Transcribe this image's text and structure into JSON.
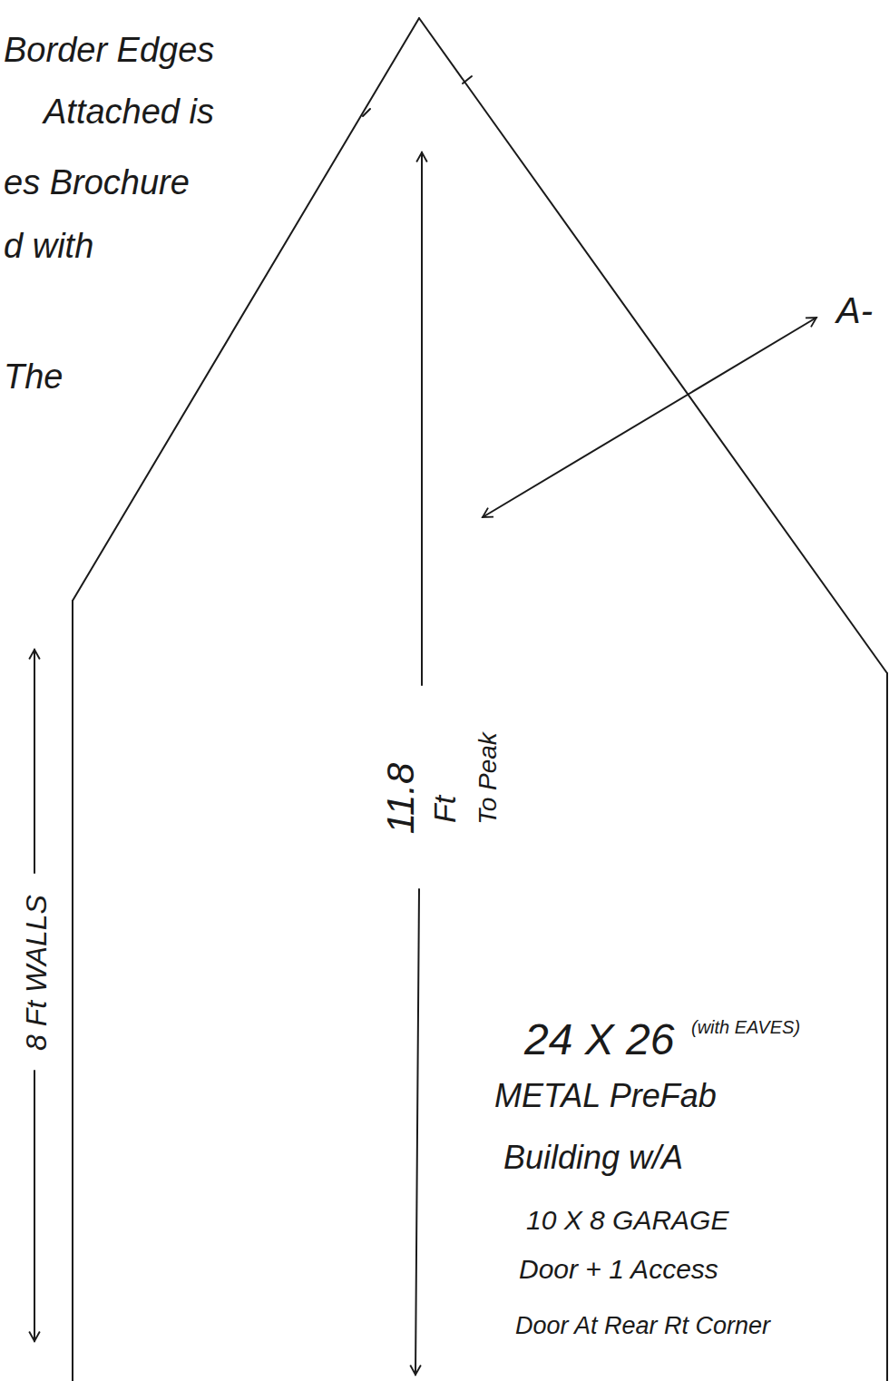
{
  "diagram": {
    "labels": [
      "Border Edges",
      "Attached is",
      "es Brochure",
      "d with",
      "The",
      "A-",
      "11.8",
      "Ft",
      "To Peak",
      "8 Ft WALLS",
      "24 X 26",
      "(with EAVES)",
      "METAL PreFab",
      "Building w/A",
      "10 X 8 GARAGE",
      "Door + 1 Access",
      "Door At Rear Rt Corner"
    ]
  }
}
